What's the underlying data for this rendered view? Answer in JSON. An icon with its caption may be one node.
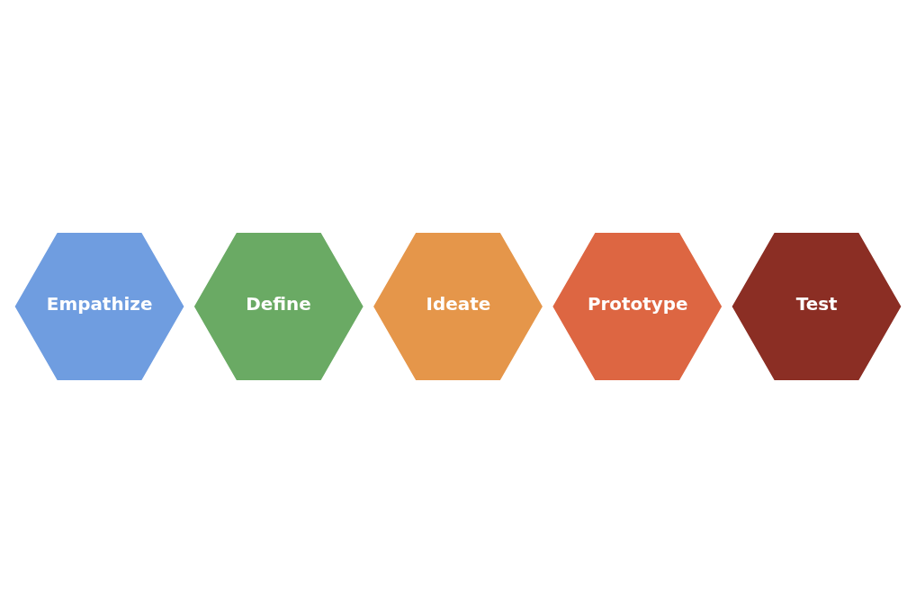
{
  "diagram": {
    "nodes": [
      {
        "text": [
          "Empathize"
        ]
      },
      {
        "text": [
          "Define"
        ]
      },
      {
        "text": [
          "Ideate"
        ]
      },
      {
        "text": [
          "Prototype"
        ]
      },
      {
        "text": [
          "Test"
        ]
      }
    ]
  }
}
